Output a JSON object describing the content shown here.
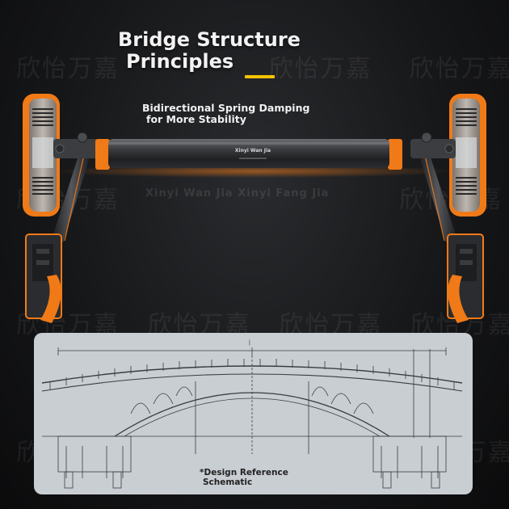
{
  "header": {
    "title_line1": "Bridge Structure",
    "title_line2": "Principles",
    "accent_color": "#f5c400"
  },
  "feature": {
    "line1": "Bidirectional Spring Damping",
    "line2": "for More Stability"
  },
  "product": {
    "bar_brand_text": "Xinyi Wan Jia",
    "accent_color": "#f07a18"
  },
  "watermarks": {
    "latin": "Xinyi Wan Jia Xinyi Fang Jia",
    "chinese": "欣怡万嘉"
  },
  "schematic": {
    "caption_line1": "*Design Reference",
    "caption_line2": "Schematic",
    "background_color": "#c9ced3"
  }
}
